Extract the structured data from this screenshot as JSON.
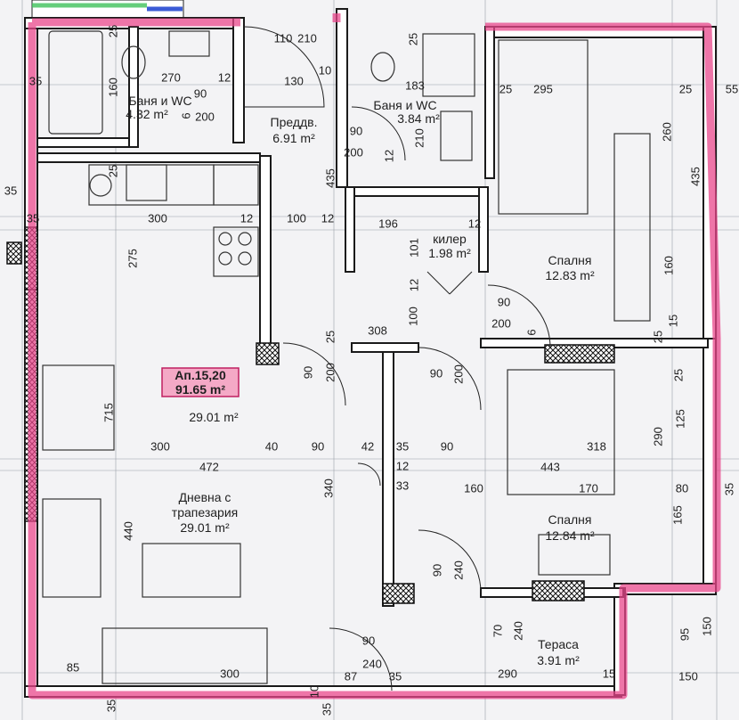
{
  "unit": {
    "title": "Ап.15,20",
    "area": "91.65 m²",
    "area_repeat": "29.01 m²"
  },
  "rooms": {
    "bath1_name": "Баня и WC",
    "bath1_area": "4.32 m²",
    "hall_name": "Преддв.",
    "hall_area": "6.91 m²",
    "bath2_name": "Баня и WC",
    "bath2_area": "3.84 m²",
    "pantry_name": "килер",
    "pantry_area": "1.98 m²",
    "bedroom1_name": "Спалня",
    "bedroom1_area": "12.83 m²",
    "living_name_1": "Дневна с",
    "living_name_2": "трапезария",
    "living_area": "29.01 m²",
    "bedroom2_name": "Спалня",
    "bedroom2_area": "12.84 m²",
    "terrace_name": "Тераса",
    "terrace_area": "3.91 m²"
  },
  "dims": [
    "25",
    "110",
    "210",
    "25",
    "270",
    "160",
    "35",
    "12",
    "90",
    "130",
    "10",
    "183",
    "25",
    "295",
    "25",
    "55",
    "6",
    "200",
    "90",
    "210",
    "12",
    "260",
    "435",
    "200",
    "25",
    "35",
    "300",
    "12",
    "100",
    "12",
    "196",
    "12",
    "435",
    "35",
    "101",
    "275",
    "12",
    "160",
    "90",
    "100",
    "200",
    "6",
    "15",
    "25",
    "308",
    "25",
    "90",
    "200",
    "90",
    "200",
    "25",
    "715",
    "125",
    "290",
    "300",
    "40",
    "90",
    "42",
    "35",
    "90",
    "318",
    "472",
    "443",
    "35",
    "12",
    "33",
    "160",
    "170",
    "80",
    "340",
    "165",
    "440",
    "90",
    "240",
    "70",
    "240",
    "95",
    "150",
    "85",
    "300",
    "90",
    "240",
    "290",
    "15",
    "150",
    "10",
    "87",
    "35",
    "35",
    "35"
  ],
  "colors": {
    "outline": "#e8478b",
    "neighbor": "#3fc25a",
    "corner": "#3b5bd6",
    "title_box": "#f4a9c6"
  }
}
